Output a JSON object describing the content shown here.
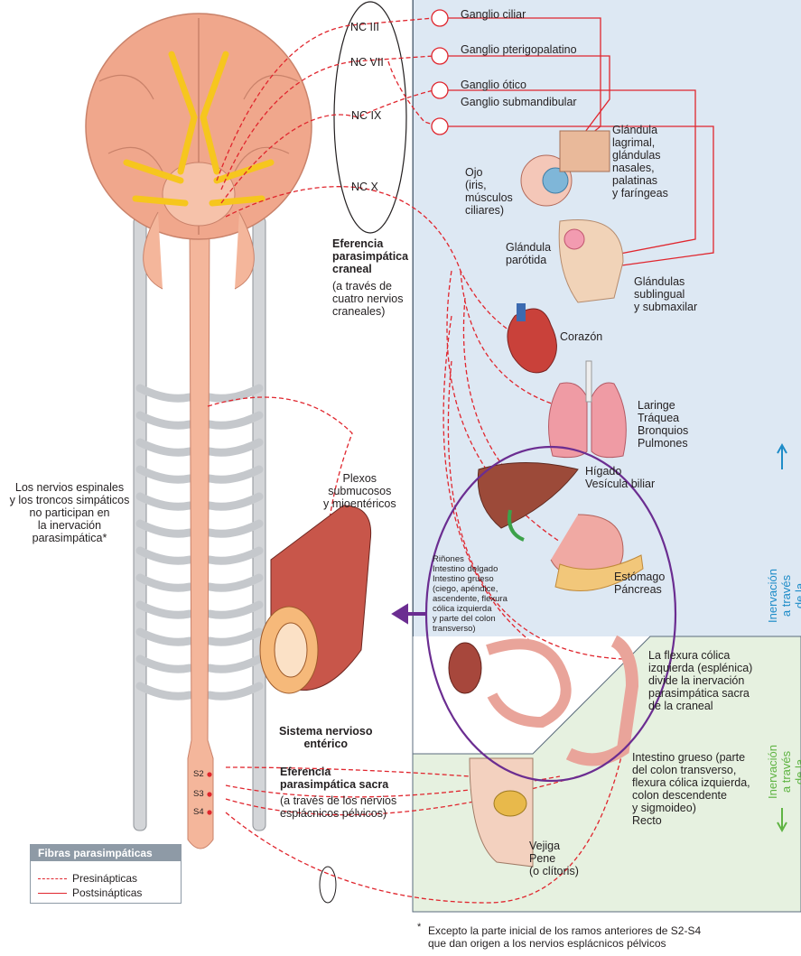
{
  "colors": {
    "cranial_panel": "#dde8f3",
    "sacral_panel": "#e6f1e0",
    "presynaptic": "#e0262e",
    "postsynaptic": "#e0262e",
    "enteric_arrow": "#6b2d91",
    "cranial_text": "#1e8cc8",
    "sacral_text": "#5fb443",
    "spinal_cord": "#f4b69b",
    "brain": "#f0a78c",
    "nerves": "#f6c61e",
    "sympathetic_chain": "#d3d5d8"
  },
  "icons": [
    "brain-illustration",
    "spinal-cord-illustration",
    "sympathetic-trunk-illustration",
    "eye-illustration",
    "face-glands-illustration",
    "heart-illustration",
    "lungs-illustration",
    "liver-illustration",
    "stomach-pancreas-illustration",
    "kidney-intestine-illustration",
    "colon-illustration",
    "pelvis-illustration",
    "enteric-tube-illustration",
    "ganglion-icon"
  ],
  "cranial_nerves": [
    "NC III",
    "NC VII",
    "NC IX",
    "NC X"
  ],
  "ganglia": [
    "Ganglio ciliar",
    "Ganglio pterigopalatino",
    "Ganglio ótico",
    "Ganglio submandibular"
  ],
  "sacral_segments": [
    "S2",
    "S3",
    "S4"
  ],
  "labels": {
    "eye": "Ojo\n(iris,\nmúsculos\nciliares)",
    "lacrimal": "Glándula\nlagrimal,\nglándulas\nnasales,\npalatinas\ny faríngeas",
    "parotid": "Glándula\nparótida",
    "sublingual": "Glándulas\nsublingual\ny submaxilar",
    "heart": "Corazón",
    "lungs": "Laringe\nTráquea\nBronquios\nPulmones",
    "liver": "Hígado\nVesícula biliar",
    "stomach": "Estómago\nPáncreas",
    "intestine": "Riñones\nIntestino delgado\nIntestino grueso\n(ciego, apéndice,\nascendente, flexura\ncólica izquierda\ny parte del colon\ntransverso)",
    "flexure": "La flexura cólica\nizquierda (esplénica)\ndivide la inervación\nparasimpática sacra\nde la craneal",
    "large_intestine": "Intestino grueso (parte\ndel colon transverso,\nflexura cólica izquierda,\ncolon descendente\ny sigmoideo)\nRecto",
    "bladder": "Vejiga\nPene\n(o clítoris)",
    "plexus": "Plexos\nsubmucosos\ny mioentéricos",
    "enteric_system": "Sistema nervioso\nentérico",
    "cranial_outflow_title": "Eferencia\nparasimpática\ncraneal",
    "cranial_outflow_sub": "(a través de\ncuatro nervios\ncraneales)",
    "sacral_outflow_title": "Eferencia\nparasimpática sacra",
    "sacral_outflow_sub": "(a través de los nervios\nesplácnicos pélvicos)",
    "spinal_note": "Los nervios espinales\ny los troncos simpáticos\nno participan en\nla inervación\nparasimpática*",
    "cranial_side": "Inervación a través\nde la eferencia craneal",
    "sacral_side": "Inervación a través\nde la eferencia sacra",
    "footnote_mark": "*",
    "footnote": "Excepto la parte inicial de los ramos anteriores de S2-S4\nque dan origen a los nervios esplácnicos pélvicos"
  },
  "legend": {
    "title": "Fibras parasimpáticas",
    "items": [
      {
        "label": "Presinápticas",
        "style": "dashed"
      },
      {
        "label": "Postsinápticas",
        "style": "solid"
      }
    ]
  }
}
